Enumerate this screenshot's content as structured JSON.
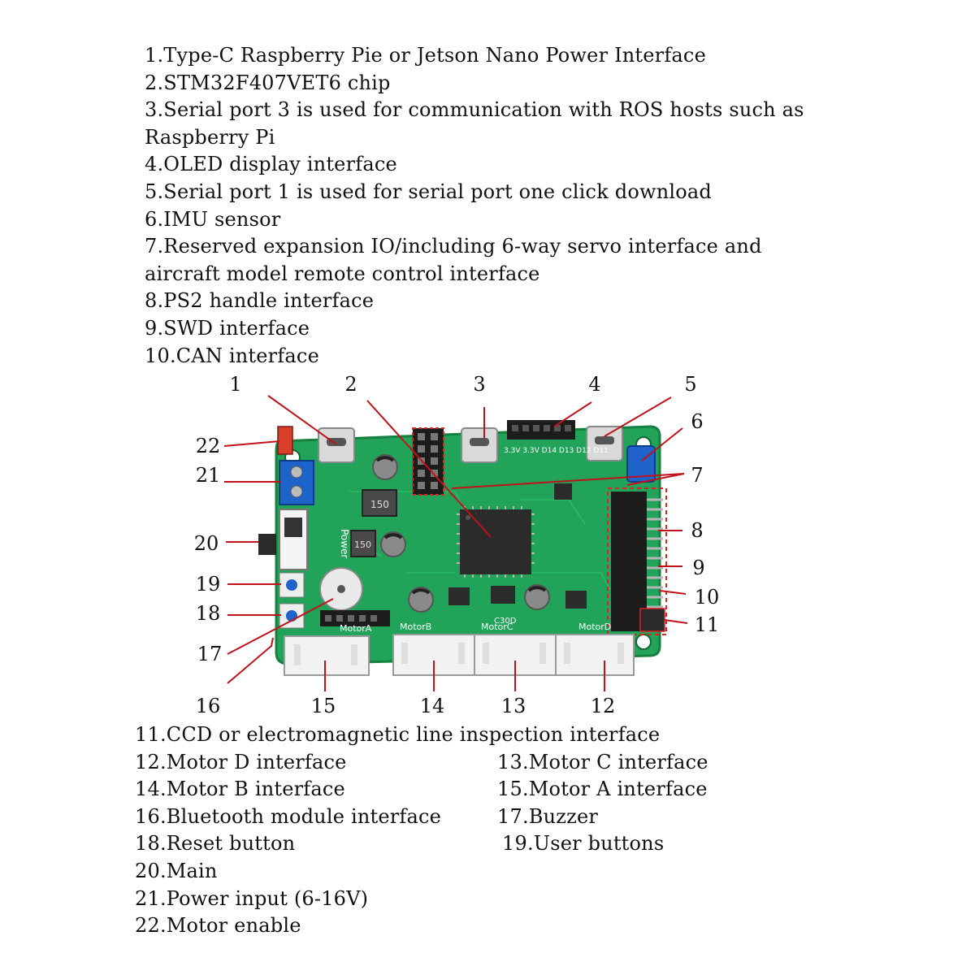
{
  "legend_top": [
    "1.Type-C Raspberry Pie or Jetson Nano Power Interface",
    "2.STM32F407VET6 chip",
    "3.Serial port 3 is used for communication with ROS hosts such as Raspberry Pi",
    "4.OLED display interface",
    "5.Serial port 1 is used for serial port one click download",
    "6.IMU sensor",
    "7.Reserved expansion IO/including 6-way servo interface and aircraft model remote control interface",
    "8.PS2 handle interface",
    "9.SWD interface",
    "10.CAN interface"
  ],
  "legend_bottom": {
    "item11": "11.CCD or electromagnetic line inspection interface",
    "item12": "12.Motor D interface",
    "item13": "13.Motor C interface",
    "item14": "14.Motor B interface",
    "item15": "15.Motor A interface",
    "item16": "16.Bluetooth module interface",
    "item17": "17.Buzzer",
    "item18": "18.Reset button",
    "item19": "19.User buttons",
    "item20": "20.Main",
    "item21": "21.Power input (6-16V)",
    "item22": "22.Motor enable"
  },
  "callouts": [
    "1",
    "2",
    "3",
    "4",
    "5",
    "6",
    "7",
    "8",
    "9",
    "10",
    "11",
    "12",
    "13",
    "14",
    "15",
    "16",
    "17",
    "18",
    "19",
    "20",
    "21",
    "22"
  ],
  "board_labels": {
    "inductor_1": "150",
    "inductor_2": "150",
    "power": "Power",
    "pin_header": "3.3V 3.3V D14 D13 D12 D11",
    "motor_a": "MotorA",
    "motor_b": "MotorB",
    "motor_c": "MotorC",
    "motor_d": "MotorD",
    "cap_code": "C30D"
  },
  "colors": {
    "pcb": "#22a35a",
    "pcb_dark": "#15803f",
    "leader": "#c0121a",
    "connector": "#f2f2f2",
    "chip": "#2b2b2b",
    "terminal": "#1e63c9"
  }
}
